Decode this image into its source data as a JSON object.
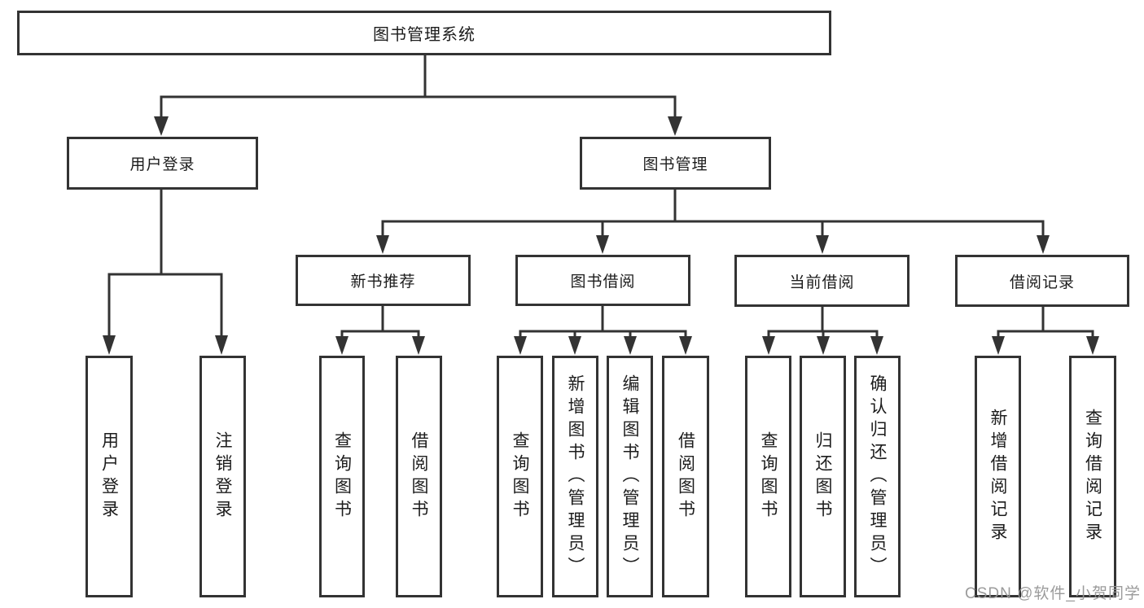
{
  "watermark": "CSDN @软件_小贺同学",
  "colors": {
    "line": "#333333",
    "box_border": "#333333",
    "text": "#1c1c1c",
    "background": "#ffffff",
    "watermark": "#969696"
  },
  "tree": {
    "label": "图书管理系统",
    "children": [
      {
        "label": "用户登录",
        "children": [
          {
            "label": "用户登录"
          },
          {
            "label": "注销登录"
          }
        ]
      },
      {
        "label": "图书管理",
        "children": [
          {
            "label": "新书推荐",
            "children": [
              {
                "label": "查询图书"
              },
              {
                "label": "借阅图书"
              }
            ]
          },
          {
            "label": "图书借阅",
            "children": [
              {
                "label": "查询图书"
              },
              {
                "label": "新增图书（管理员）"
              },
              {
                "label": "编辑图书（管理员）"
              },
              {
                "label": "借阅图书"
              }
            ]
          },
          {
            "label": "当前借阅",
            "children": [
              {
                "label": "查询图书"
              },
              {
                "label": "归还图书"
              },
              {
                "label": "确认归还（管理员）"
              }
            ]
          },
          {
            "label": "借阅记录",
            "children": [
              {
                "label": "新增借阅记录"
              },
              {
                "label": "查询借阅记录"
              }
            ]
          }
        ]
      }
    ]
  }
}
